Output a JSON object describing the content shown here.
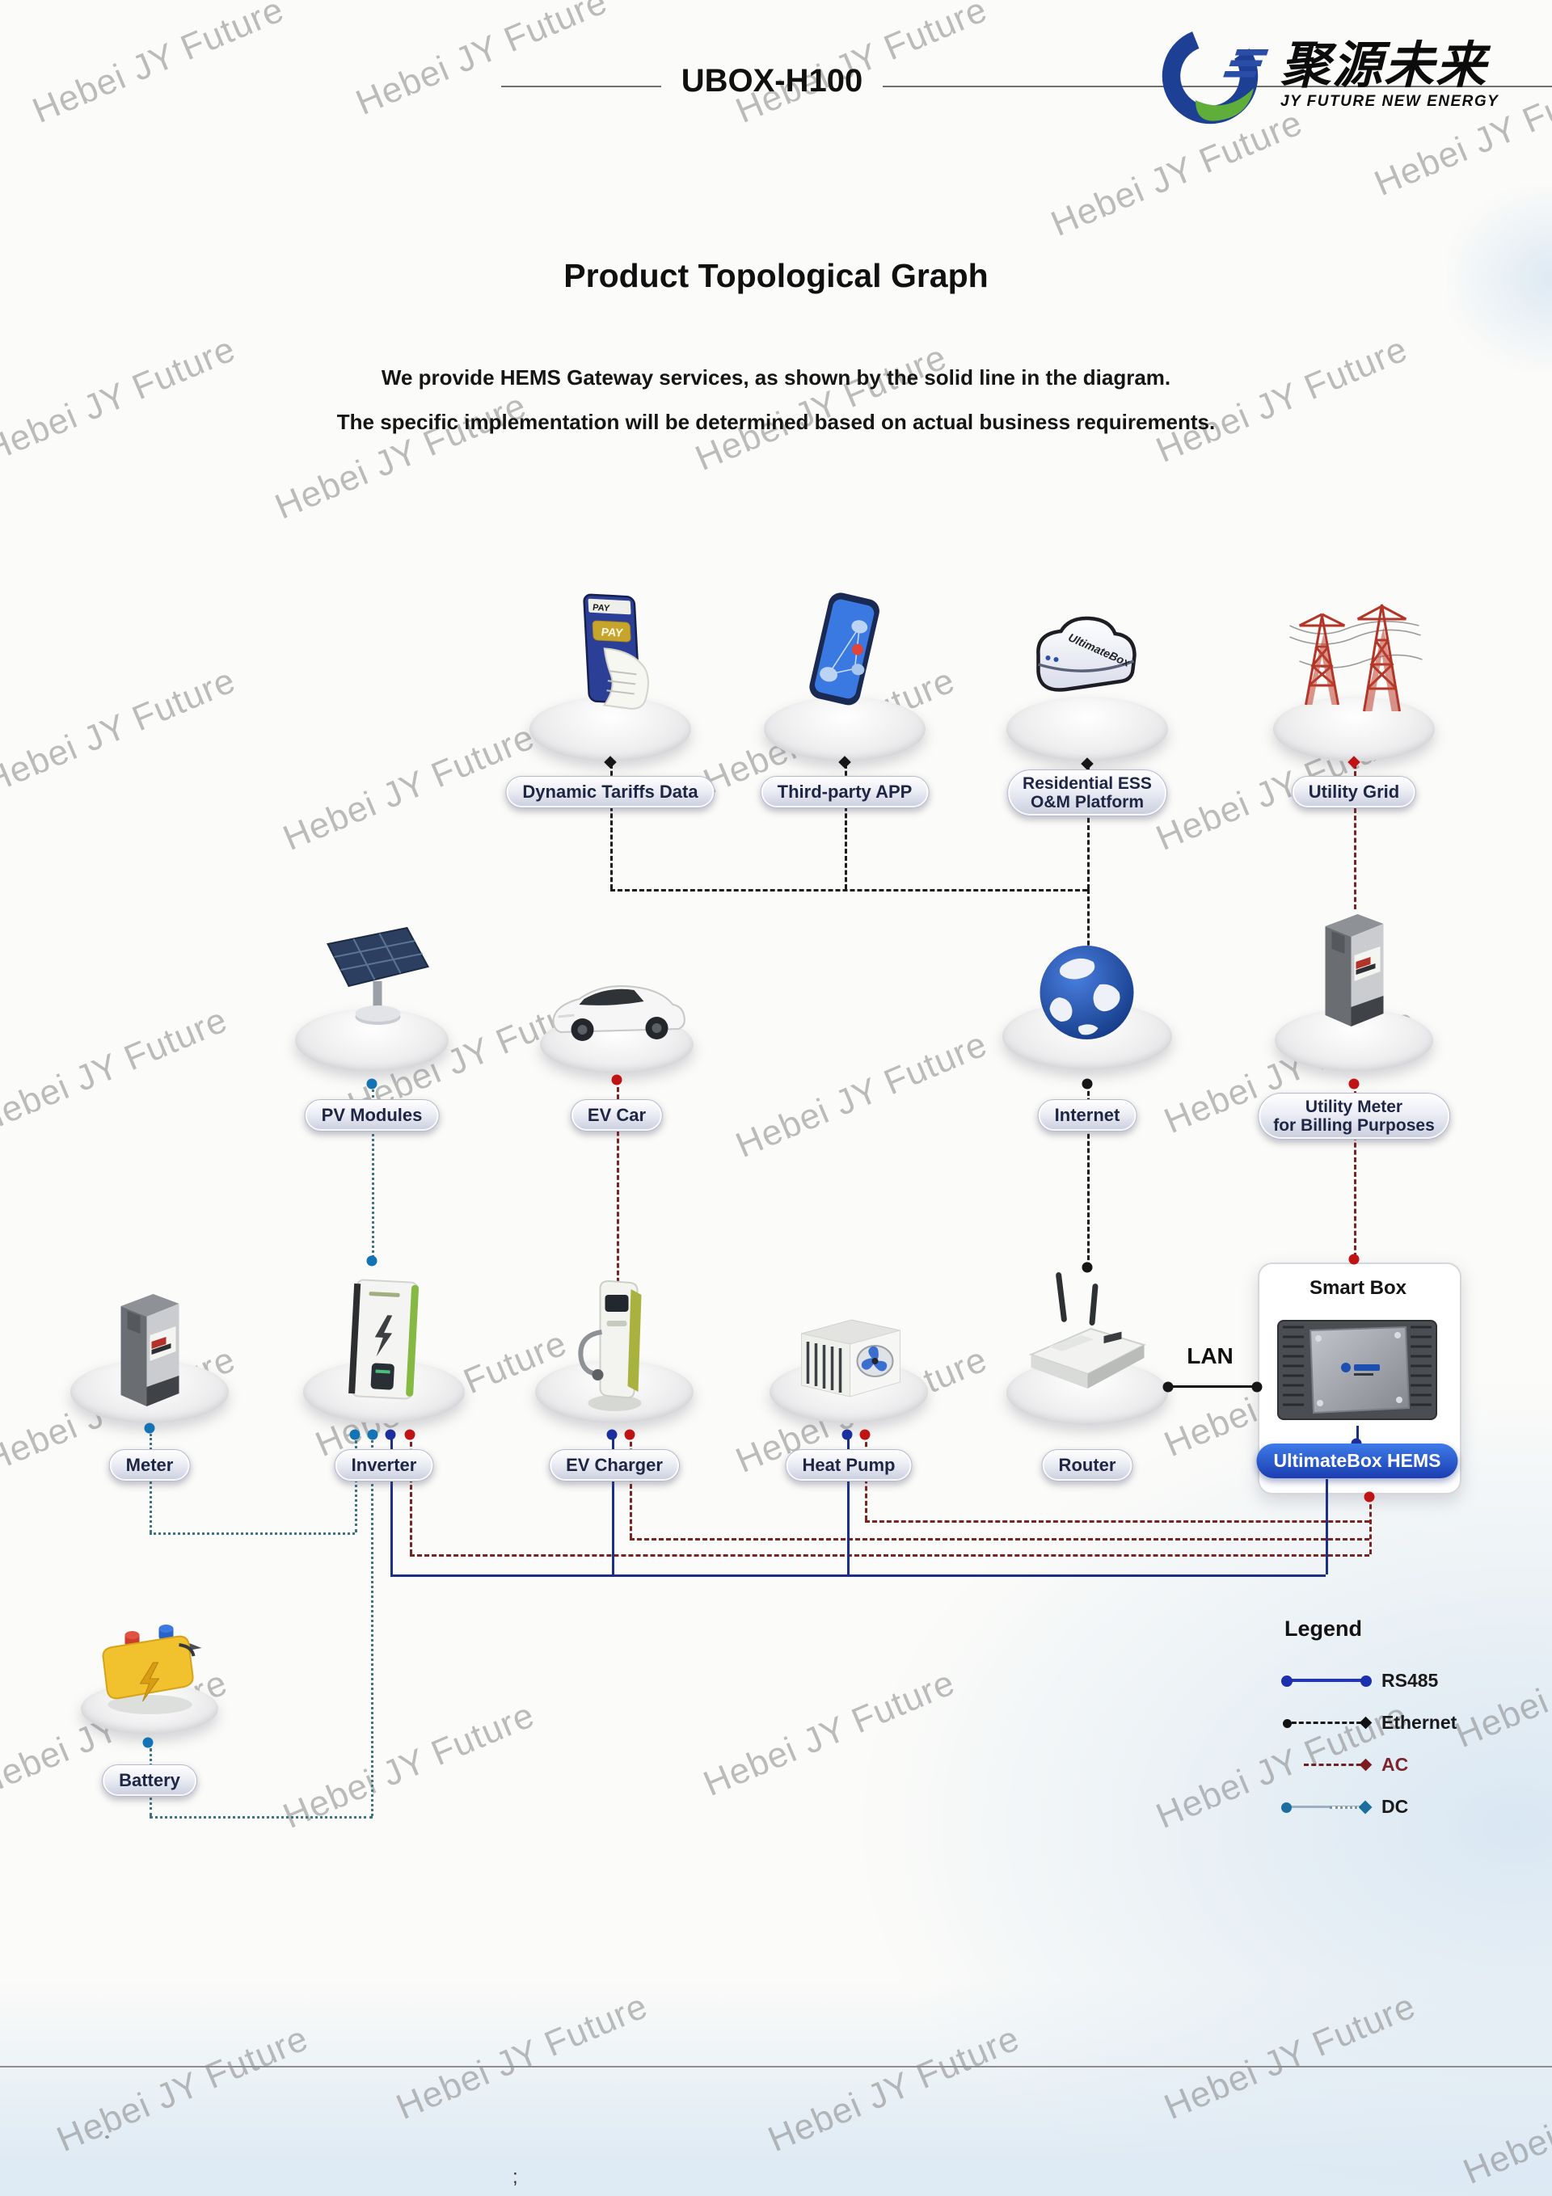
{
  "watermark": "Hebei JY Future",
  "header": {
    "model": "UBOX-H100",
    "logo_cn": "聚源未来",
    "logo_en": "JY FUTURE NEW ENERGY"
  },
  "title": "Product Topological Graph",
  "subtitle": {
    "line1": "We provide HEMS Gateway services, as shown by the solid line in the diagram.",
    "line2": "The specific implementation will be determined based on actual business requirements."
  },
  "nodes": {
    "dynamic_tariffs": {
      "label": "Dynamic Tariffs Data",
      "icon_text": "PAY"
    },
    "third_party_app": {
      "label": "Third-party APP"
    },
    "ess_platform": {
      "label_line1": "Residential ESS",
      "label_line2": "O&M Platform",
      "icon_text": "UltimateBox"
    },
    "utility_grid": {
      "label": "Utility Grid"
    },
    "pv_modules": {
      "label": "PV Modules"
    },
    "ev_car": {
      "label": "EV Car"
    },
    "internet": {
      "label": "Internet"
    },
    "utility_meter": {
      "label_line1": "Utility Meter",
      "label_line2": "for Billing Purposes"
    },
    "meter": {
      "label": "Meter"
    },
    "inverter": {
      "label": "Inverter"
    },
    "ev_charger": {
      "label": "EV Charger"
    },
    "heat_pump": {
      "label": "Heat Pump"
    },
    "router": {
      "label": "Router"
    },
    "smart_box": {
      "title": "Smart Box",
      "badge": "UltimateBox HEMS"
    },
    "battery": {
      "label": "Battery"
    },
    "lan": "LAN"
  },
  "legend": {
    "title": "Legend",
    "items": [
      {
        "label": "RS485"
      },
      {
        "label": "Ethernet"
      },
      {
        "label": "AC"
      },
      {
        "label": "DC"
      }
    ]
  },
  "colors": {
    "rs485": "#1b2f85",
    "ethernet": "#1c1c1c",
    "ac_line": "#7b2522",
    "ac_dot": "#c01313",
    "dc_line": "#3c7482",
    "dc_dot": "#1473b4",
    "badge_blue": "#2154cc",
    "logo_blue": "#1d3f94",
    "logo_green": "#5fae3a"
  },
  "footer": {
    "mark": ";"
  }
}
